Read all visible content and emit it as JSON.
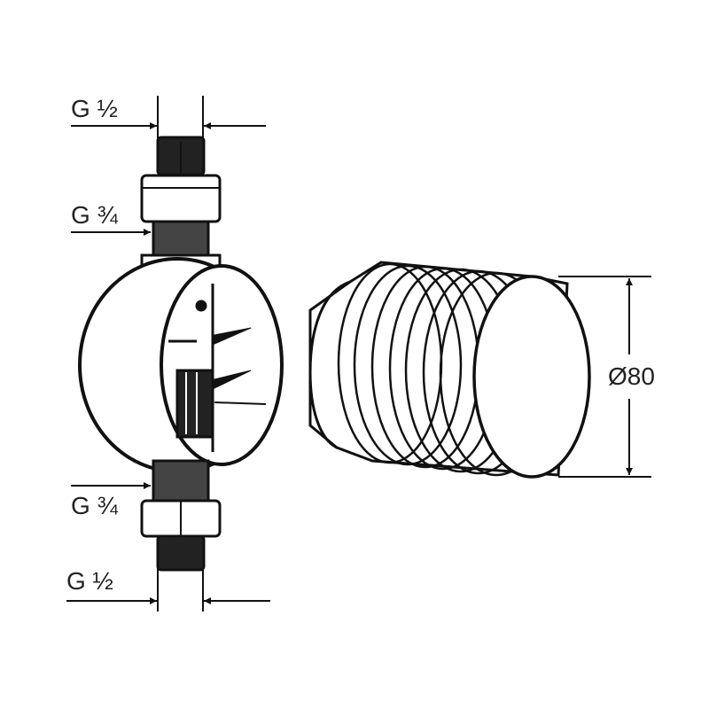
{
  "labels": {
    "top_outer_thread": "G ½",
    "top_inner_thread": "G ¾",
    "bottom_inner_thread": "G ¾",
    "bottom_outer_thread": "G ½",
    "sleeve_diameter": "Ø80"
  },
  "colors": {
    "line": "#111111",
    "thread": "#333333",
    "background": "#ffffff"
  }
}
